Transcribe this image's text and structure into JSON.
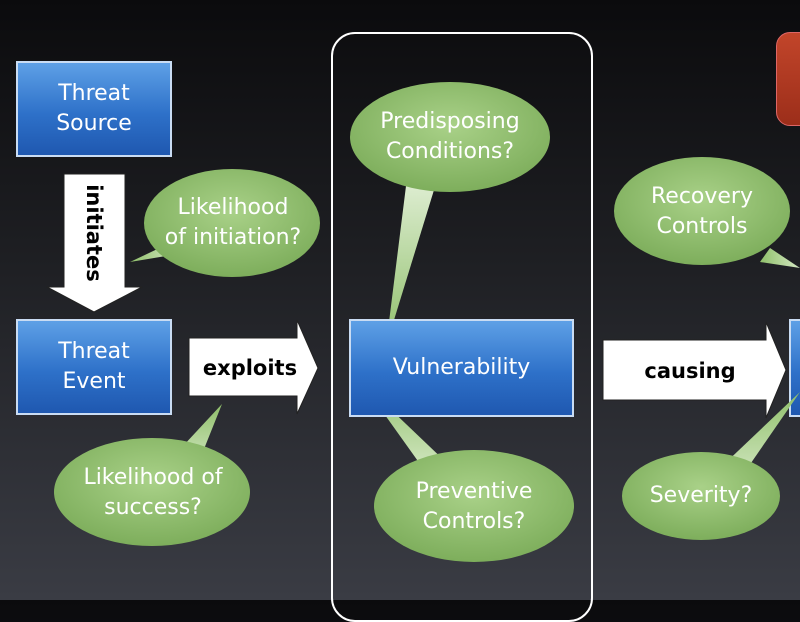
{
  "nodes": {
    "threat_source": "Threat\nSource",
    "threat_event": "Threat\nEvent",
    "vulnerability": "Vulnerability"
  },
  "arrows": {
    "initiates": "initiates",
    "exploits": "exploits",
    "causing": "causing"
  },
  "bubbles": {
    "likelihood_initiation": "Likelihood\nof initiation?",
    "likelihood_success": "Likelihood of\nsuccess?",
    "predisposing": "Predisposing\nConditions?",
    "preventive": "Preventive\nControls?",
    "recovery": "Recovery\nControls",
    "severity": "Severity?"
  },
  "colors": {
    "node_blue": "#2e71c9",
    "bubble_green": "#8fbf6a",
    "accent_red": "#b8391f"
  }
}
